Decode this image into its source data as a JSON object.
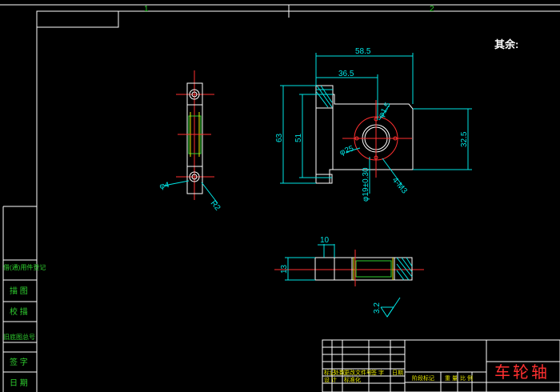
{
  "zones": {
    "top_1": "1",
    "top_2": "2"
  },
  "remark": "其余:",
  "dimensions": {
    "d_58_5": "58.5",
    "d_36_5": "36.5",
    "d_63": "63",
    "d_51": "51",
    "d_32_5": "32.5",
    "d_phi25": "φ25",
    "d_phi6": "φ1.5",
    "d_phi19": "φ19±0.30",
    "d_4m3": "4-M3",
    "d_phi4": "φ4",
    "d_r2": "R2",
    "d_10": "10",
    "d_13": "13",
    "roughness": "3.2"
  },
  "left_panel": [
    "借(通)用件登记",
    "描 图",
    "校 描",
    "旧底图总号",
    "签 字",
    "日 期"
  ],
  "title_block": {
    "part_name": "车轮轴",
    "row_labels": [
      "标记",
      "处数",
      "更改文件号",
      "签 字",
      "日期"
    ],
    "row_labels_2": [
      "设 计",
      "标准化"
    ],
    "stage_labels": [
      "阶段标记",
      "重 量",
      "比 例"
    ]
  }
}
